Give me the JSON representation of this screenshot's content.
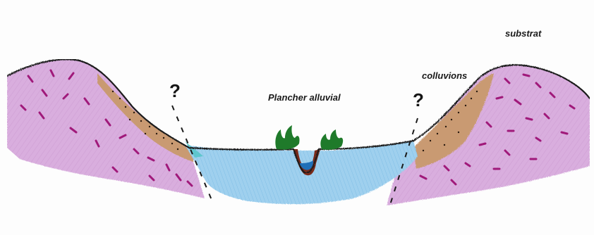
{
  "labels": {
    "substrat": "substrat",
    "colluvions": "colluvions",
    "plancher": "Plancher alluvial"
  },
  "question_marks": {
    "left": "?",
    "right": "?"
  },
  "colors": {
    "substrat": "#d6a6d8",
    "substrat_marks": "#a0197a",
    "colluvions": "#c99a72",
    "alluvium": "#8cc8ea",
    "channel_water": "#1f6fb8",
    "vegetation": "#1f7a2a",
    "outline": "#1a1a1a"
  }
}
